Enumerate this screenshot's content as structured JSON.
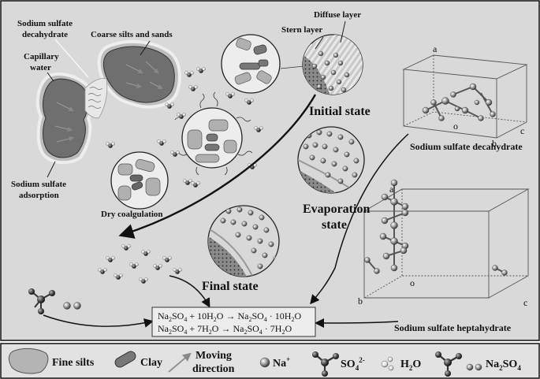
{
  "labels": {
    "sodium_sulfate_decahydrate_top": [
      "Sodium sulfate",
      "decahydrate"
    ],
    "coarse_silts": "Coarse silts and sands",
    "capillary_water": [
      "Capillary",
      "water"
    ],
    "sodium_sulfate_adsorption": [
      "Sodium sulfate",
      "adsorption"
    ],
    "dry_coalgulation": "Dry coalgulation",
    "diffuse_layer": "Diffuse layer",
    "stern_layer": "Stern layer",
    "initial_state": "Initial state",
    "evaporation_state": [
      "Evaporation",
      "state"
    ],
    "final_state": "Final state",
    "decahydrate_caption": "Sodium sulfate decahydrate",
    "heptahydrate_caption": "Sodium sulfate heptahydrate"
  },
  "crystal_axes": {
    "decahydrate": {
      "a": "a",
      "o": "o",
      "b": "b",
      "c": "c"
    },
    "heptahydrate": {
      "a": "a",
      "o": "o",
      "b": "b",
      "c": "c"
    }
  },
  "equations": {
    "eq1": {
      "lhs1": "Na",
      "lhs1_sub": "2",
      "lhs2": "SO",
      "lhs2_sub": "4",
      "plus": " + 10H",
      "h_sub": "2",
      "o": "O",
      "arrow": " → ",
      "rhs1": "Na",
      "rhs1_sub": "2",
      "rhs2": "SO",
      "rhs2_sub": "4",
      "dot": " · 10H",
      "rh_sub": "2",
      "ro": "O"
    },
    "eq2": {
      "lhs1": "Na",
      "lhs1_sub": "2",
      "lhs2": "SO",
      "lhs2_sub": "4",
      "plus": " + 7H",
      "h_sub": "2",
      "o": "O",
      "arrow": " → ",
      "rhs1": "Na",
      "rhs1_sub": "2",
      "rhs2": "SO",
      "rhs2_sub": "4",
      "dot": " · 7H",
      "rh_sub": "2",
      "ro": "O"
    }
  },
  "legend": {
    "fine_silts": "Fine silts",
    "clay": "Clay",
    "moving_direction": [
      "Moving",
      "direction"
    ],
    "na_plus": "Na",
    "na_plus_sup": "+",
    "so4": "SO",
    "so4_sub": "4",
    "so4_sup": "2-",
    "h2o": "H",
    "h2o_sub": "2",
    "h2o_o": "O",
    "na2so4": "Na",
    "na2so4_sub1": "2",
    "na2so4_so": "SO",
    "na2so4_sub2": "4"
  },
  "colors": {
    "panel_bg": "#d9d9d9",
    "grain_dark": "#7a7a7a",
    "grain_light": "#b4b4b4",
    "legend_bg": "#e2e2e2"
  }
}
